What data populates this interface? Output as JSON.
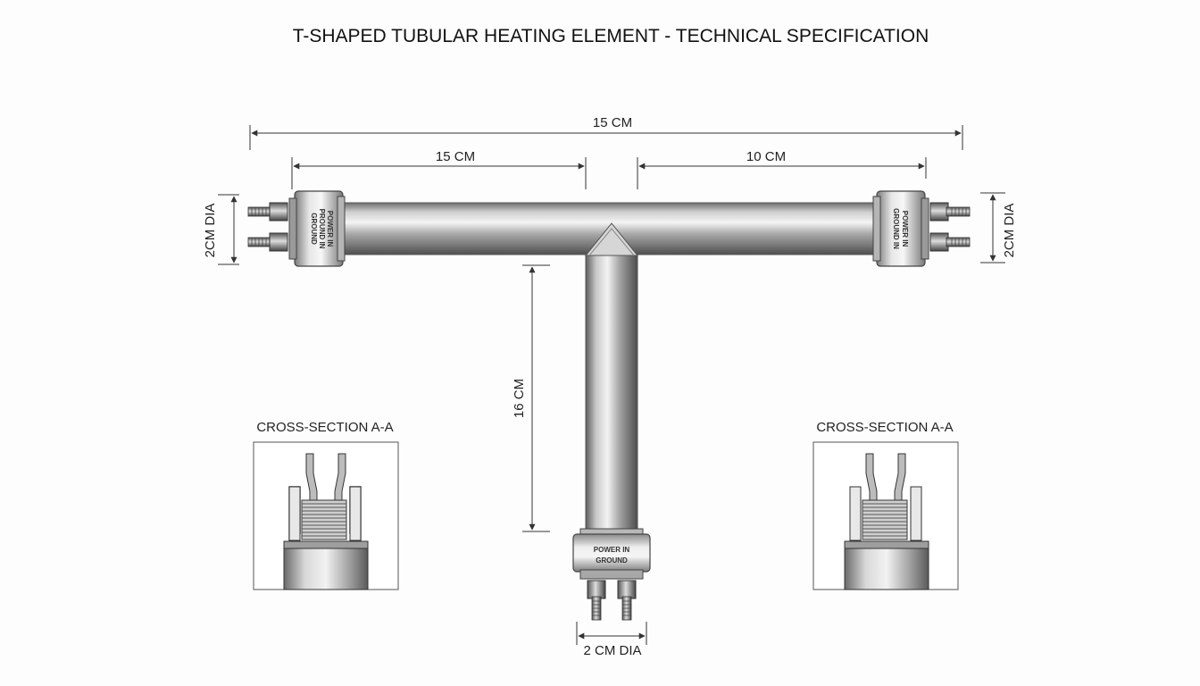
{
  "title": "T-SHAPED TUBULAR HEATING ELEMENT - TECHNICAL SPECIFICATION",
  "dimensions": {
    "overall_width": "15 CM",
    "left_arm": "15 CM",
    "right_arm": "10 CM",
    "vertical_leg": "16 CM",
    "left_diameter": "2CM DIA",
    "right_diameter": "2CM DIA",
    "bottom_diameter": "2 CM DIA"
  },
  "terminal_caps": {
    "left": [
      "POWER IN",
      "PROUND IN",
      "GROUND"
    ],
    "right": [
      "POWER IN",
      "GROUND IN"
    ],
    "bottom": [
      "POWER IN",
      "GROUND"
    ]
  },
  "cross_sections": {
    "left": "CROSS-SECTION A-A",
    "right": "CROSS-SECTION A-A"
  }
}
